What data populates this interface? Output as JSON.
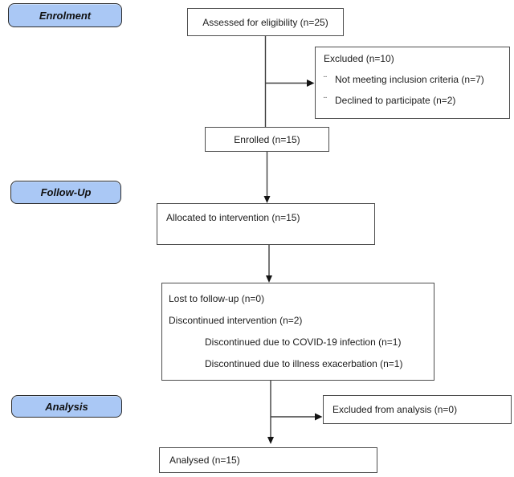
{
  "colors": {
    "stage_fill": "#aac8f5",
    "stage_border": "#2d2d2d",
    "box_border": "#4d4d4d",
    "line": "#3f3f3f",
    "arrowhead": "#141414"
  },
  "stages": {
    "enrolment": "Enrolment",
    "followup": "Follow-Up",
    "analysis": "Analysis"
  },
  "boxes": {
    "assessed": "Assessed for eligibility (n=25)",
    "excluded": {
      "title": "Excluded (n=10)",
      "bullet": "¨",
      "items": [
        "Not meeting inclusion criteria (n=7)",
        "Declined to participate (n=2)"
      ]
    },
    "enrolled": "Enrolled (n=15)",
    "allocated": "Allocated to intervention (n=15)",
    "followup_box": {
      "lines": [
        "Lost to follow-up (n=0)",
        "Discontinued intervention (n=2)",
        "Discontinued due to COVID-19 infection (n=1)",
        "Discontinued due to illness exacerbation (n=1)"
      ]
    },
    "excluded_analysis": "Excluded from analysis (n=0)",
    "analysed": "Analysed (n=15)"
  }
}
